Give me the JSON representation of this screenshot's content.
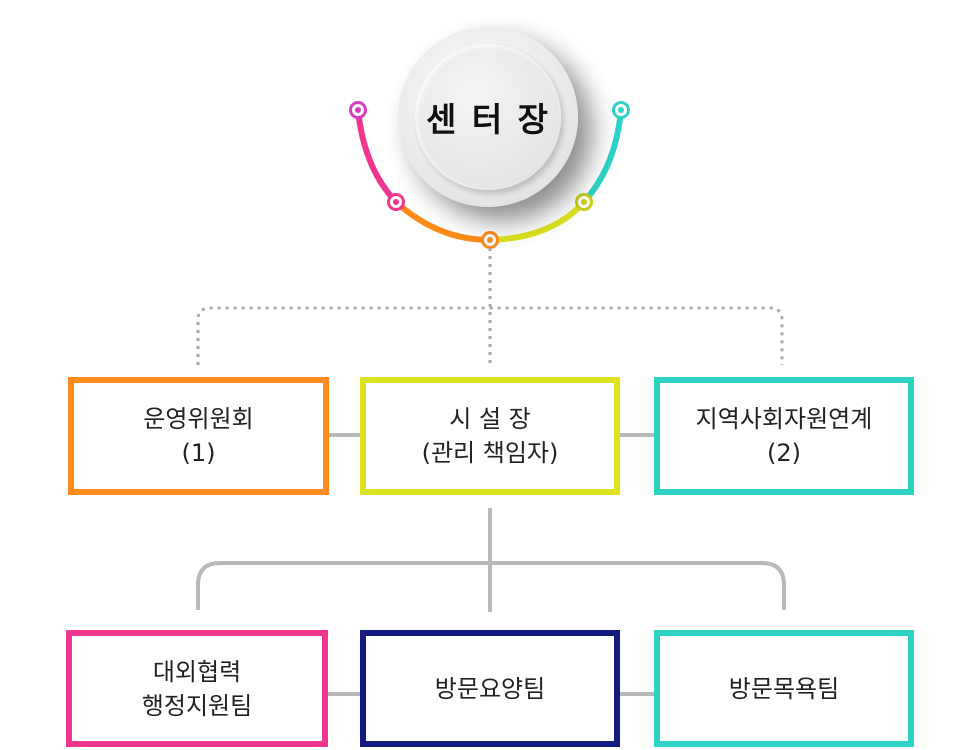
{
  "center": {
    "title": "센 터 장"
  },
  "colors": {
    "orange": "#ff8c1a",
    "lime": "#dde31f",
    "teal": "#2ed3c6",
    "pink": "#f0368f",
    "navy": "#141b80",
    "magenta": "#d63fbe",
    "connector_gray": "#b9b9b9",
    "dotted_gray": "#a8a8a8"
  },
  "level1": [
    {
      "line1": "운영위원회",
      "line2": "(1)"
    },
    {
      "line1": "시 설 장",
      "line2": "(관리 책임자)"
    },
    {
      "line1": "지역사회자원연계",
      "line2": "(2)"
    }
  ],
  "level2": [
    {
      "line1": "대외협력",
      "line2": "행정지원팀"
    },
    {
      "line1": "방문요양팀"
    },
    {
      "line1": "방문목욕팀"
    }
  ]
}
